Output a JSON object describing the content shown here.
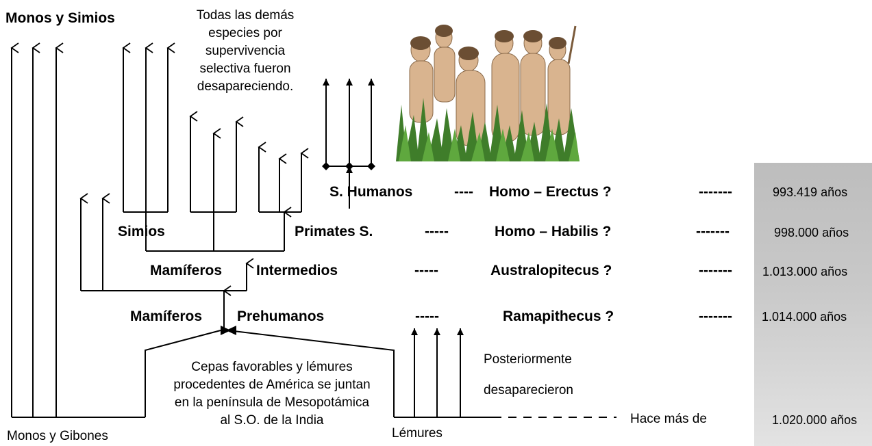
{
  "title": "Monos y Simios",
  "note_top": [
    "Todas las demás",
    "especies por",
    "supervivencia",
    "selectiva fueron",
    "desapareciendo."
  ],
  "labels": {
    "simios": "Simios",
    "primates": "Primates S.",
    "mamiferos_1": "Mamíferos",
    "intermedios": "Intermedios",
    "mamiferos_2": "Mamíferos",
    "prehumanos": "Prehumanos",
    "s_humanos": "S. Humanos",
    "monos_gibones": "Monos y Gibones",
    "lemures": "Lémures"
  },
  "rows": [
    {
      "dash1": "----",
      "species": "Homo – Erectus ?",
      "dash2": "-------",
      "years": "993.419 años"
    },
    {
      "dash1": "-----",
      "species": "Homo – Habilis ?",
      "dash2": "-------",
      "years": "998.000 años"
    },
    {
      "dash1": "-----",
      "species": "Australopitecus ?",
      "dash2": "-------",
      "years": "1.013.000 años"
    },
    {
      "dash1": "-----",
      "species": "Ramapithecus ?",
      "dash2": "-------",
      "years": "1.014.000 años"
    }
  ],
  "bottom_row": {
    "prefix": "Hace más de",
    "years": "1.020.000 años"
  },
  "note_center": [
    "Cepas favorables y lémures",
    "procedentes de América se juntan",
    "en la península de Mesopotámica",
    "al S.O. de la India"
  ],
  "note_right": [
    "Posteriormente",
    "desaparecieron"
  ]
}
